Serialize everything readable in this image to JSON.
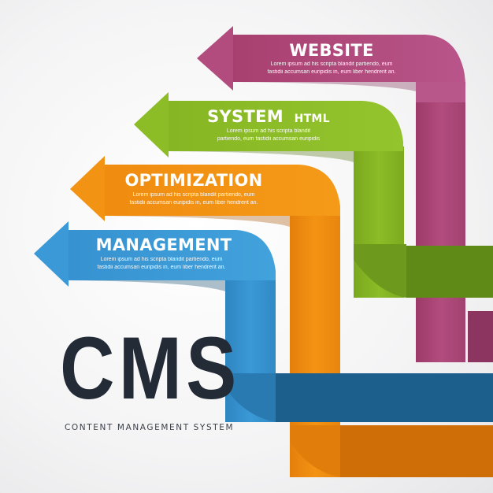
{
  "colors": {
    "website": "#b24c7e",
    "website_dark": "#8c3560",
    "system": "#8cbc26",
    "system_dark": "#5f8a18",
    "optimization": "#f39313",
    "optimization_dark": "#cf6d07",
    "management": "#3a99d6",
    "management_dark": "#1d5f8c",
    "text_dark": "#232b36"
  },
  "arrows": [
    {
      "id": "website",
      "title": "WEBSITE",
      "title_suffix": "",
      "desc_line1": "Lorem ipsum ad his scripta blandit partiendo, eum",
      "desc_line2": "fastidii accumsan euripidis in, eum liber hendrerit an."
    },
    {
      "id": "system",
      "title": "SYSTEM",
      "title_suffix": "HTML",
      "desc_line1": "Lorem ipsum ad his scripta blandit",
      "desc_line2": "partiendo, eum fastidii accumsan euripidis"
    },
    {
      "id": "optimization",
      "title": "OPTIMIZATION",
      "title_suffix": "",
      "desc_line1": "Lorem ipsum ad his scripta blandit partiendo, eum",
      "desc_line2": "fastidii accumsan euripidis in, eum liber hendrerit an."
    },
    {
      "id": "management",
      "title": "MANAGEMENT",
      "title_suffix": "",
      "desc_line1": "Lorem ipsum ad his scripta blandit partiendo, eum",
      "desc_line2": "fastidii accumsan euripidis in, eum liber hendrerit an."
    }
  ],
  "cms": {
    "title": "CMS",
    "subtitle": "CONTENT MANAGEMENT SYSTEM"
  }
}
